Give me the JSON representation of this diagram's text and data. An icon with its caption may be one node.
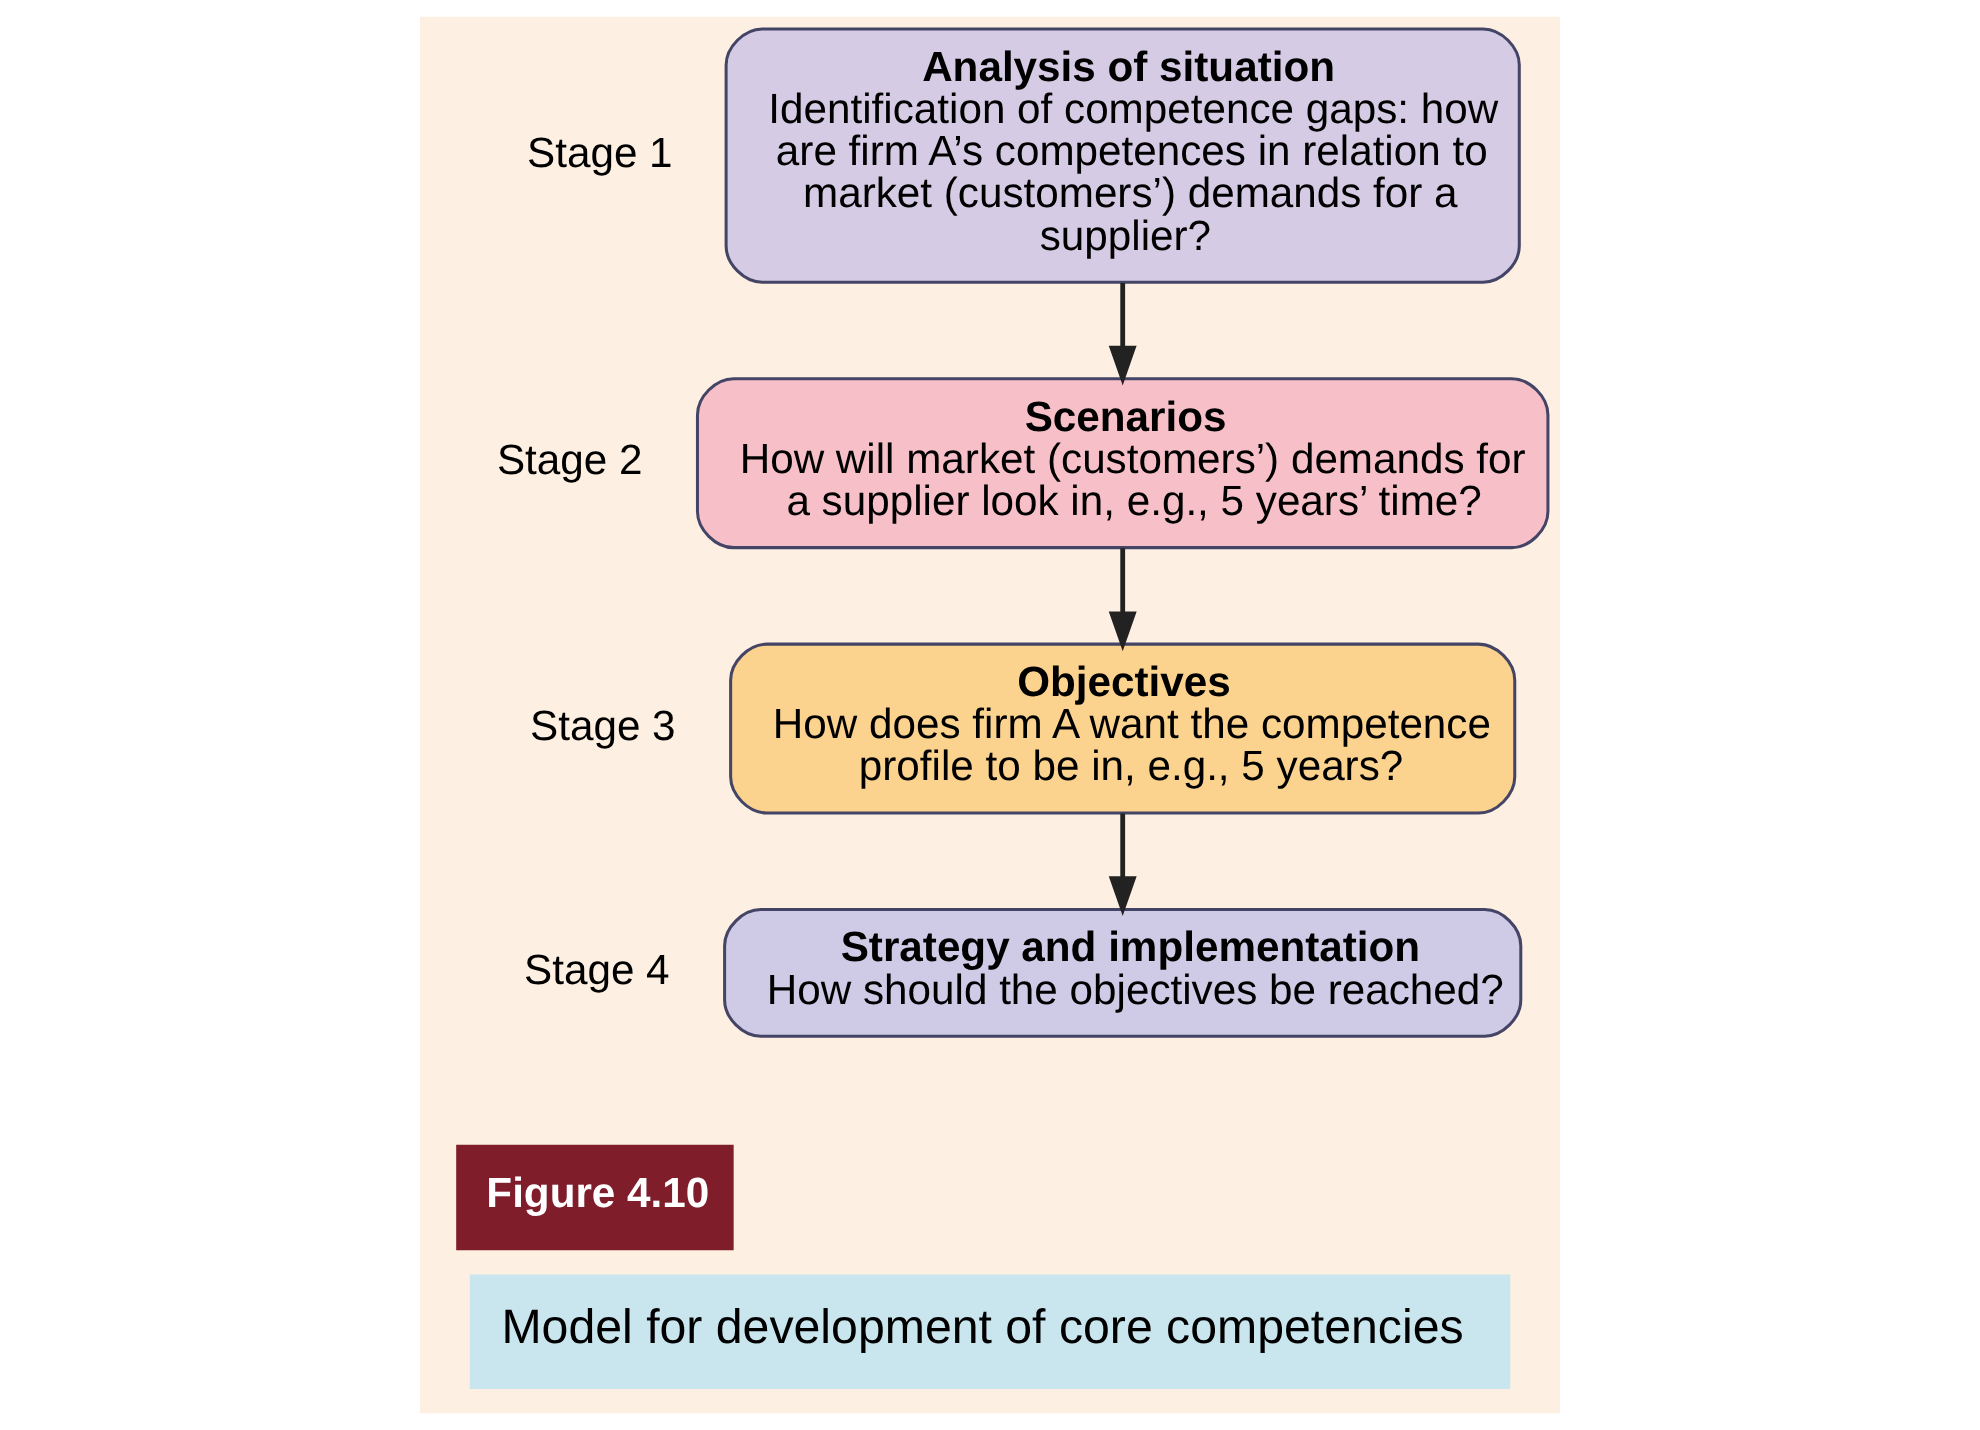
{
  "diagram": {
    "caption": "Model for development of core competencies",
    "nodes": [
      {
        "text": [
          "Analysis of situation",
          "Identification of competence gaps: how are firm A’s competences in relation to market (customers’) demands for a supplier?"
        ],
        "beside": [
          "Stage 1"
        ]
      },
      {
        "text": [
          "Scenarios",
          "How will market (customers’) demands for a supplier look in, e.g., 5 years’ time?"
        ],
        "beside": [
          "Stage 2"
        ]
      },
      {
        "text": [
          "Objectives",
          "How does firm A want the competence profile to be in, e.g., 5 years?"
        ],
        "beside": [
          "Stage 3"
        ]
      },
      {
        "text": [
          "Strategy and implementation",
          "How should the objectives be reached?"
        ],
        "beside": [
          "Stage 4"
        ]
      }
    ],
    "edges": [
      {
        "from": 0,
        "to": 1,
        "arrow": "to"
      },
      {
        "from": 1,
        "to": 2,
        "arrow": "to"
      },
      {
        "from": 2,
        "to": 3,
        "arrow": "to"
      }
    ],
    "labels": [
      "Figure 4.10"
    ]
  }
}
